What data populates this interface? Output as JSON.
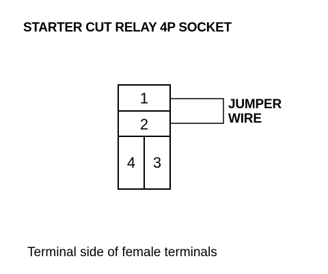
{
  "title": "STARTER CUT RELAY 4P SOCKET",
  "socket": {
    "terminals": {
      "t1": "1",
      "t2": "2",
      "t3": "3",
      "t4": "4"
    }
  },
  "jumper": {
    "line1": "JUMPER",
    "line2": "WIRE"
  },
  "caption": "Terminal side of female terminals"
}
